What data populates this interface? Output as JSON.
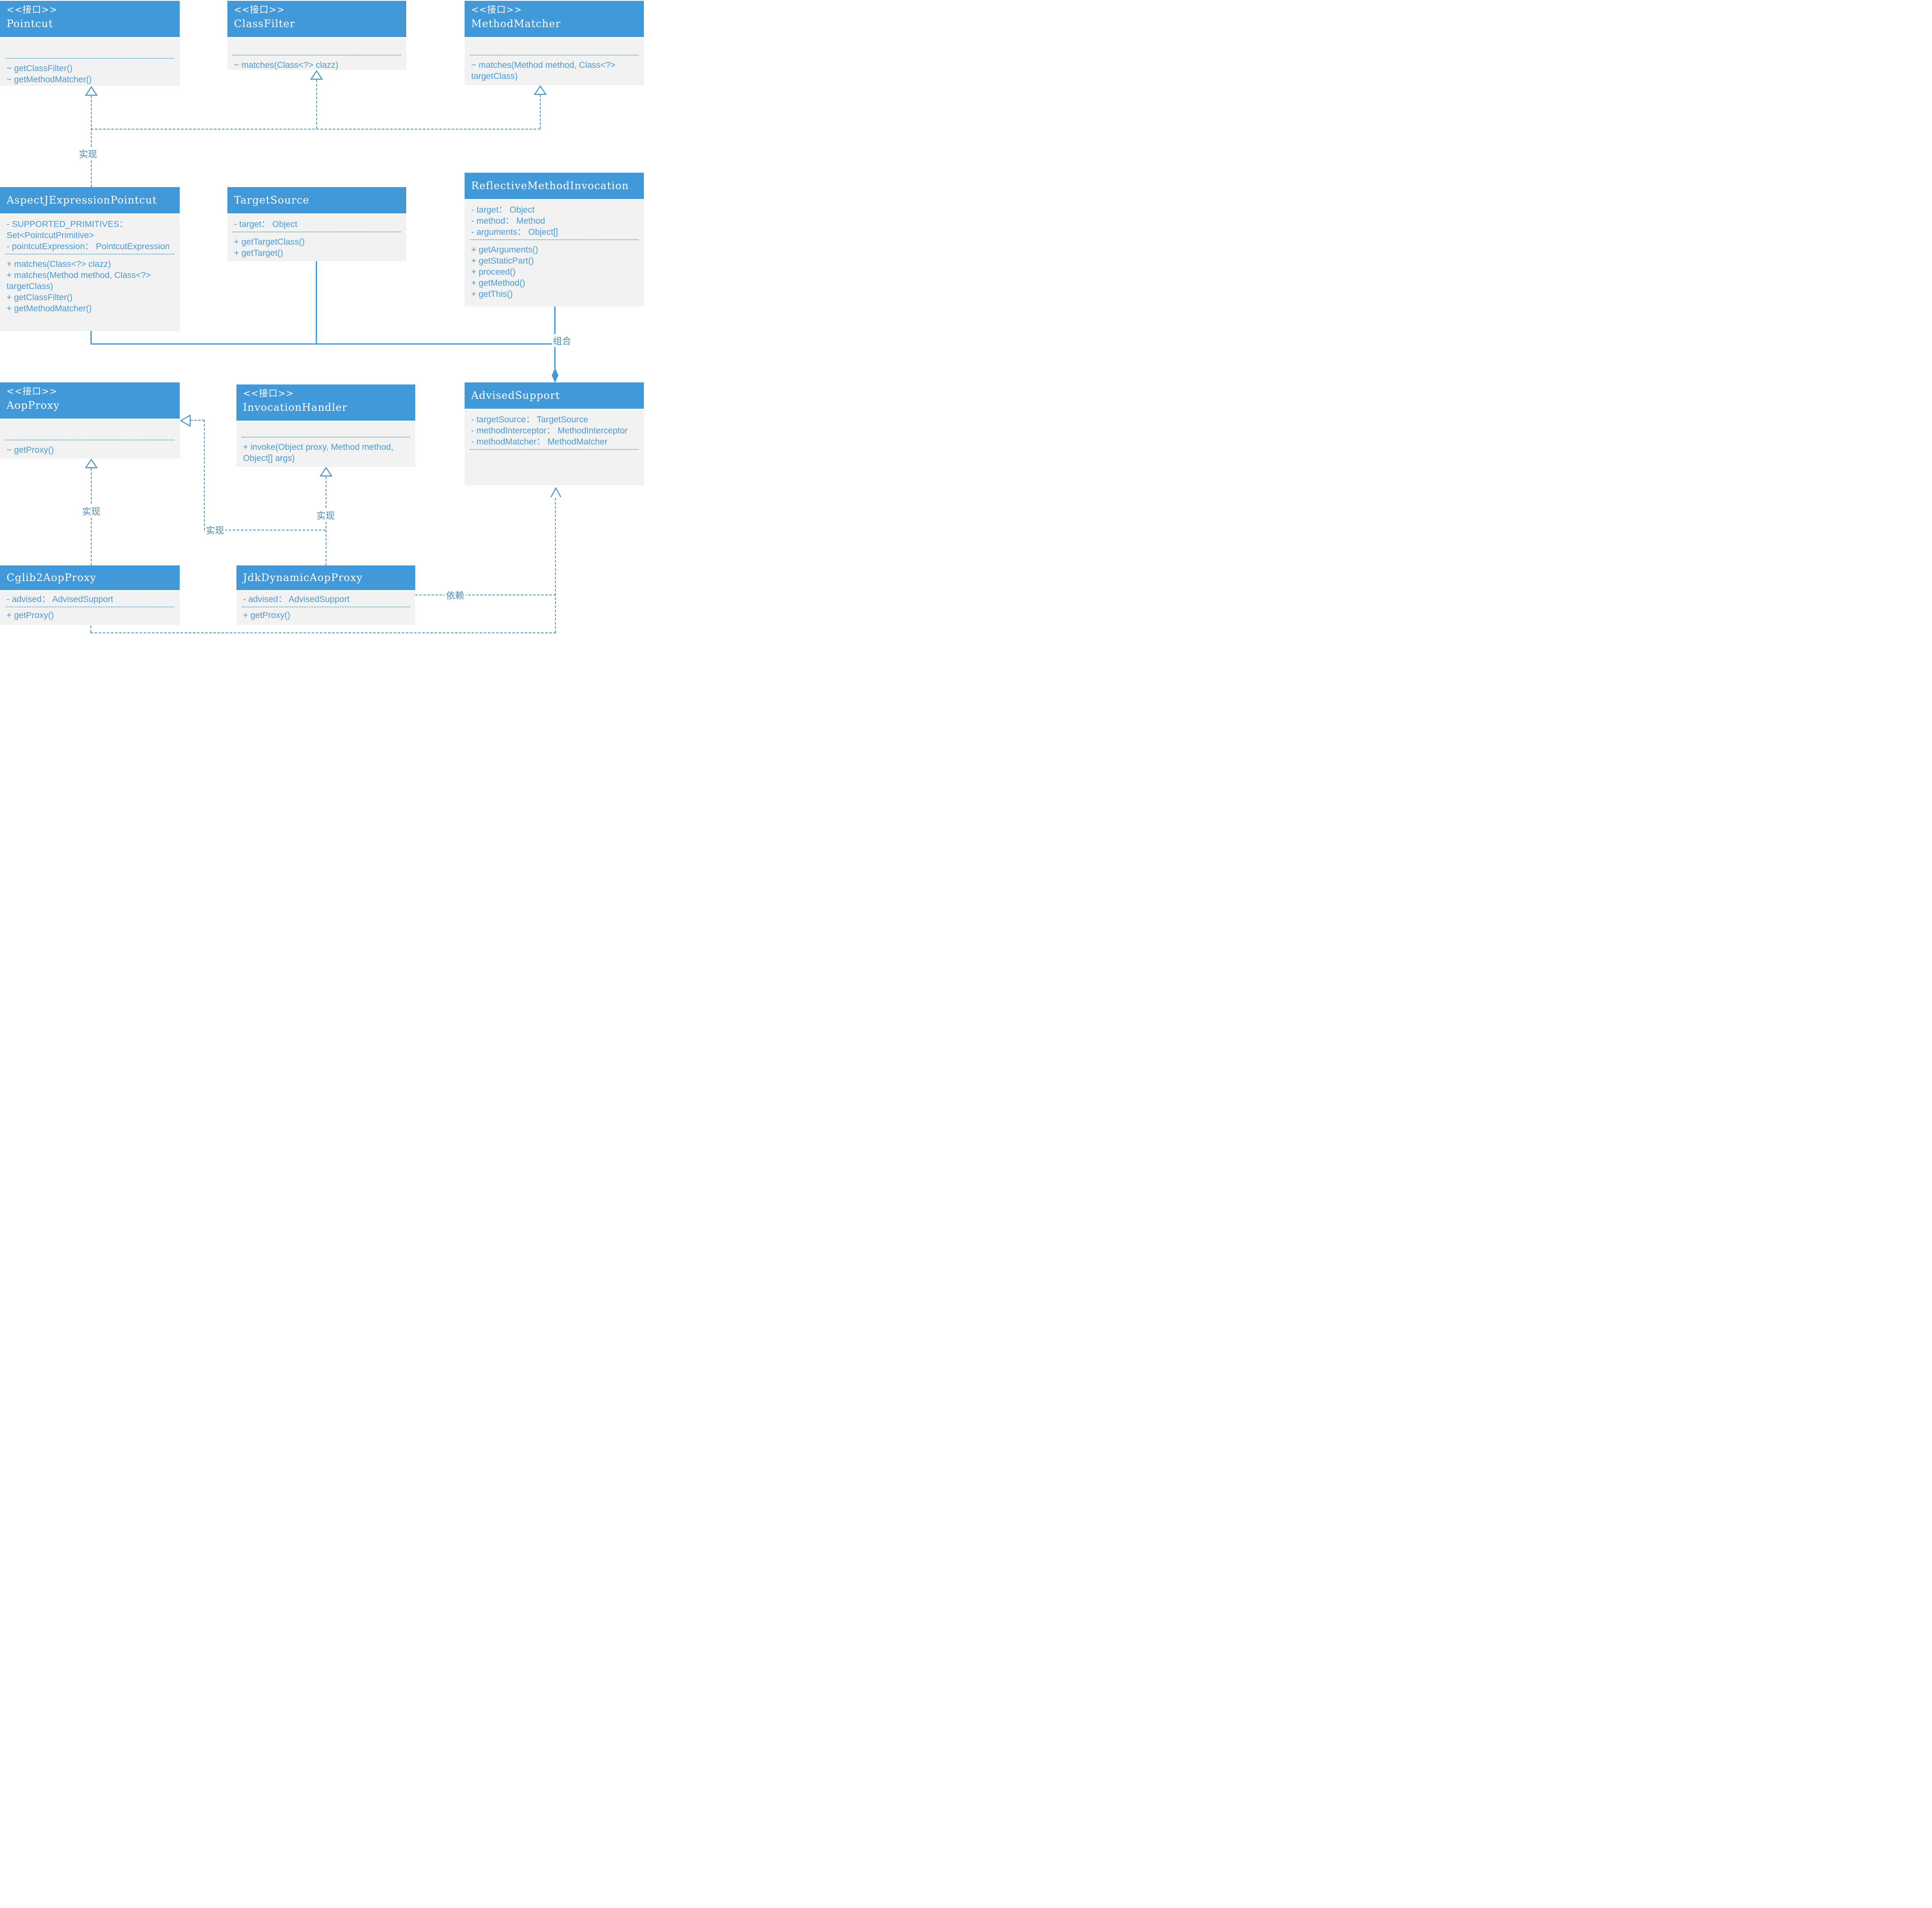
{
  "diagram": {
    "title": "Spring AOP UML class diagram",
    "colors": {
      "header_blue": "#4299d9",
      "body_gray": "#f2f2f2",
      "text_blue": "#4a9ad8",
      "connector_blue": "#4a8fc0",
      "label_blue": "#4886b8"
    },
    "classes": [
      {
        "stereotype": "<<接口>>",
        "name": "Pointcut",
        "fields": [],
        "methods": [
          "~ getClassFilter()",
          "~ getMethodMatcher()"
        ]
      },
      {
        "stereotype": "<<接口>>",
        "name": "ClassFilter",
        "fields": [],
        "methods": [
          "~ matches(Class<?> clazz)"
        ]
      },
      {
        "stereotype": "<<接口>>",
        "name": "MethodMatcher",
        "fields": [],
        "methods": [
          "~ matches(Method method, Class<?> targetClass)"
        ]
      },
      {
        "name": "AspectJExpressionPointcut",
        "fields": [
          "- SUPPORTED_PRIMITIVES： Set<PointcutPrimitive>",
          "- pointcutExpression： PointcutExpression"
        ],
        "methods": [
          "+ matches(Class<?> clazz)",
          "+ matches(Method method, Class<?> targetClass)",
          "+ getClassFilter()",
          "+ getMethodMatcher()"
        ]
      },
      {
        "name": "TargetSource",
        "fields": [
          "- target： Object"
        ],
        "methods": [
          "+ getTargetClass()",
          "+ getTarget()"
        ]
      },
      {
        "name": "ReflectiveMethodInvocation",
        "fields": [
          "- target： Object",
          "- method： Method",
          "- arguments： Object[]"
        ],
        "methods": [
          "+ getArguments()",
          "+ getStaticPart()",
          "+ proceed()",
          "+ getMethod()",
          "+ getThis()"
        ]
      },
      {
        "stereotype": "<<接口>>",
        "name": "AopProxy",
        "fields": [],
        "methods": [
          "~ getProxy()"
        ]
      },
      {
        "stereotype": "<<接口>>",
        "name": "InvocationHandler",
        "fields": [],
        "methods": [
          "+ invoke(Object proxy, Method method, Object[] args)"
        ]
      },
      {
        "name": "AdvisedSupport",
        "fields": [
          "- targetSource： TargetSource",
          "- methodInterceptor： MethodInterceptor",
          "- methodMatcher： MethodMatcher"
        ],
        "methods": []
      },
      {
        "name": "Cglib2AopProxy",
        "fields": [
          "- advised： AdvisedSupport"
        ],
        "methods": [
          "+ getProxy()"
        ]
      },
      {
        "name": "JdkDynamicAopProxy",
        "fields": [
          "- advised： AdvisedSupport"
        ],
        "methods": [
          "+ getProxy()"
        ]
      }
    ],
    "labels": {
      "implements": "实现",
      "composition": "组合",
      "dependency": "依赖"
    }
  }
}
